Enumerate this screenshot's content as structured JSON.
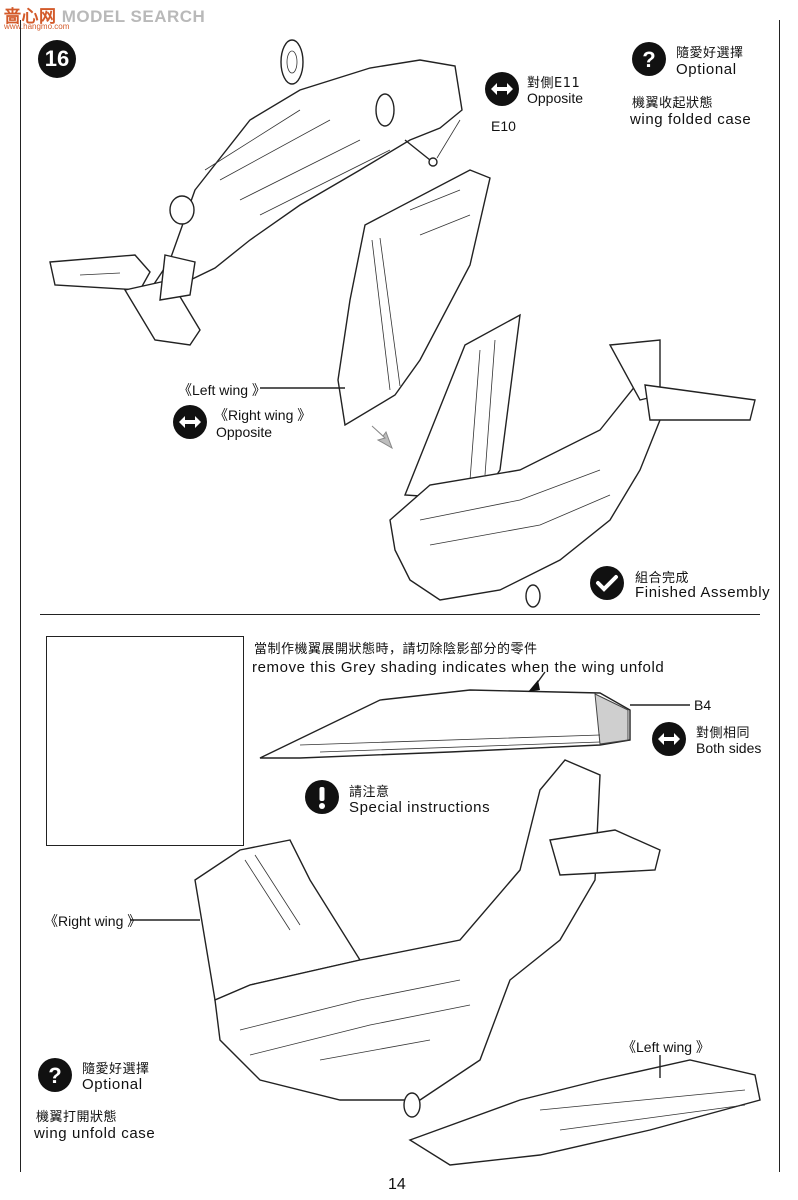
{
  "watermark": {
    "cn": "啬心网",
    "en": "MODEL SEARCH",
    "sub": "www.hangmo.com"
  },
  "step_number": "16",
  "optional_top": {
    "cn": "隨愛好選擇",
    "en": "Optional"
  },
  "folded_case": {
    "cn": "機翼收起狀態",
    "en": "wing  folded case"
  },
  "opposite_e11": {
    "cn": "對側E11",
    "en": "Opposite"
  },
  "part_e10": "E10",
  "left_wing_top": "《Left wing 》",
  "right_wing_top": {
    "label": "《Right wing 》",
    "en": "Opposite"
  },
  "finished": {
    "cn": "組合完成",
    "en": "Finished Assembly"
  },
  "grey_note": {
    "cn": "當制作機翼展開狀態時，請切除陰影部分的零件",
    "en": "remove this Grey shading indicates  when the wing unfold"
  },
  "part_b4": "B4",
  "both_sides": {
    "cn": "對側相同",
    "en": "Both sides"
  },
  "special": {
    "cn": "請注意",
    "en": "Special instructions"
  },
  "right_wing_bottom": "《Right wing 》",
  "left_wing_bottom": "《Left wing 》",
  "optional_bottom": {
    "cn": "隨愛好選擇",
    "en": "Optional"
  },
  "unfold_case": {
    "cn": "機翼打開狀態",
    "en": "wing  unfold case"
  },
  "page_number": "14",
  "icons": {
    "question": "question-mark-icon",
    "double_arrow": "double-arrow-icon",
    "check": "checkmark-icon",
    "exclamation": "exclamation-icon"
  }
}
